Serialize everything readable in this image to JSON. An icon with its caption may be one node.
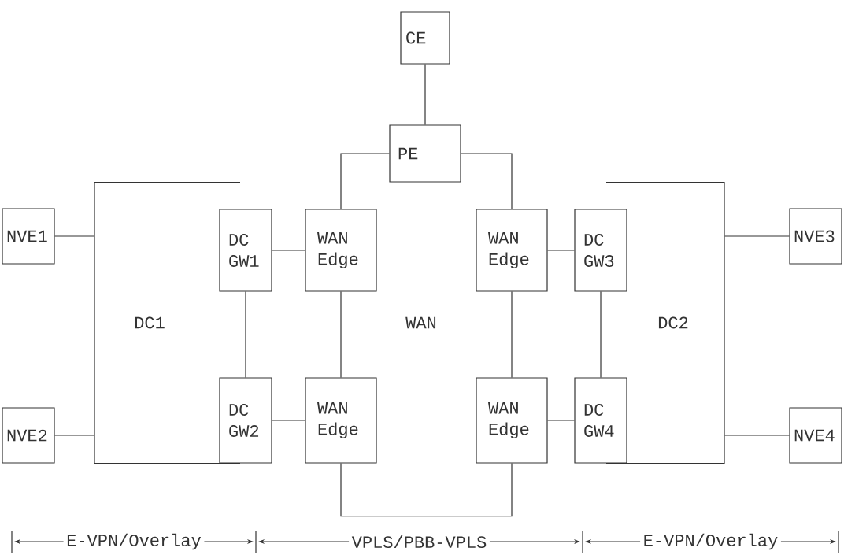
{
  "diagram": {
    "nodes": [
      {
        "text": [
          "CE"
        ]
      },
      {
        "text": [
          "PE"
        ]
      },
      {
        "text": [
          "DC1"
        ]
      },
      {
        "text": [
          "NVE1"
        ]
      },
      {
        "text": [
          "DC GW1"
        ]
      },
      {
        "text": [
          "WAN Edge"
        ]
      },
      {
        "text": [
          "WAN Edge"
        ]
      },
      {
        "text": [
          "DC GW3"
        ]
      },
      {
        "text": [
          "DC2"
        ]
      },
      {
        "text": [
          "NVE3"
        ]
      },
      {
        "text": [
          "DC GW2"
        ]
      },
      {
        "text": [
          "WAN Edge"
        ]
      },
      {
        "text": [
          "WAN Edge"
        ]
      },
      {
        "text": [
          "DC GW4"
        ]
      },
      {
        "text": [
          "NVE2"
        ]
      },
      {
        "text": [
          "NVE4"
        ]
      }
    ],
    "edges": [
      {
        "from": 0,
        "to": 1,
        "arrow": "none"
      },
      {
        "from": 1,
        "to": 5,
        "arrow": "none"
      },
      {
        "from": 1,
        "to": 6,
        "arrow": "none"
      },
      {
        "from": 3,
        "to": 2,
        "arrow": "none"
      },
      {
        "from": 4,
        "to": 5,
        "arrow": "none"
      },
      {
        "from": 6,
        "to": 7,
        "arrow": "none"
      },
      {
        "from": 8,
        "to": 9,
        "arrow": "none"
      },
      {
        "from": 4,
        "to": 10,
        "arrow": "none"
      },
      {
        "from": 5,
        "to": 11,
        "arrow": "none"
      },
      {
        "from": 6,
        "to": 12,
        "arrow": "none"
      },
      {
        "from": 7,
        "to": 13,
        "arrow": "none"
      },
      {
        "from": 10,
        "to": 11,
        "arrow": "none"
      },
      {
        "from": 12,
        "to": 13,
        "arrow": "none"
      },
      {
        "from": 14,
        "to": 2,
        "arrow": "none"
      },
      {
        "from": 8,
        "to": 15,
        "arrow": "none"
      },
      {
        "from": 11,
        "to": 12,
        "arrow": "none"
      }
    ],
    "labels": [
      "WAN",
      "E-VPN/Overlay",
      "VPLS/PBB-VPLS",
      "E-VPN/Overlay"
    ]
  }
}
